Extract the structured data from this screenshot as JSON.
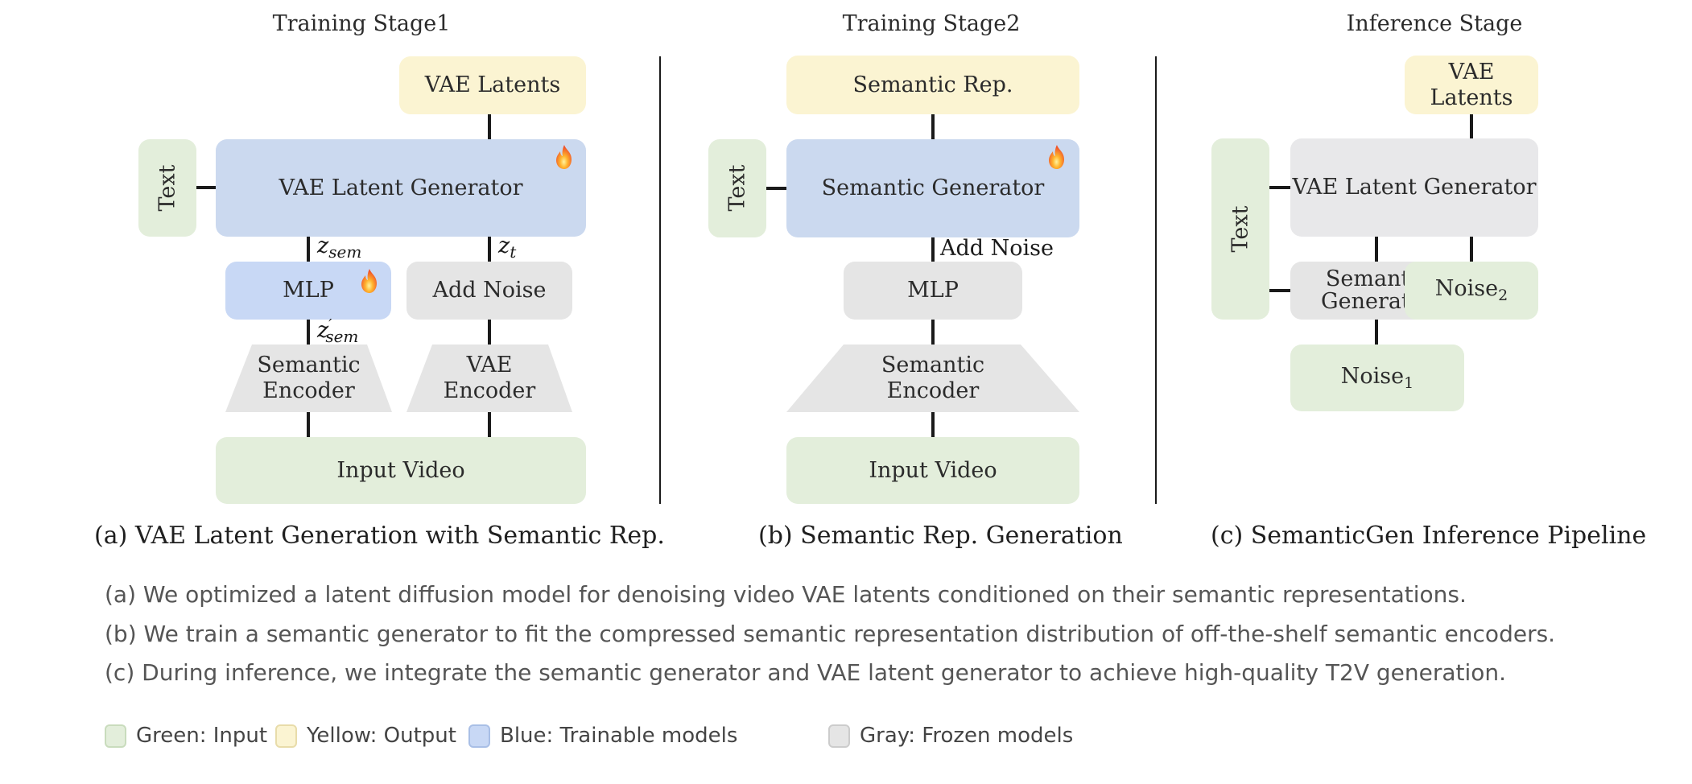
{
  "panels": [
    {
      "title": "Training Stage1",
      "caption": "(a) VAE Latent Generation with Semantic Rep.",
      "nodes": {
        "output": "VAE Latents",
        "text": "Text",
        "generator": "VAE Latent Generator",
        "mlp": "MLP",
        "add_noise": "Add Noise",
        "semantic_encoder": [
          "Semantic",
          "Encoder"
        ],
        "vae_encoder": [
          "VAE",
          "Encoder"
        ],
        "input": "Input Video"
      },
      "edge_labels": {
        "z_sem": {
          "base": "z",
          "sub": "sem"
        },
        "z_sem_prime": {
          "base": "z",
          "prime": "′",
          "sub": "sem"
        },
        "z_t": {
          "base": "z",
          "sub": "t"
        }
      },
      "trainable": [
        "generator",
        "mlp"
      ]
    },
    {
      "title": "Training Stage2",
      "caption": "(b) Semantic Rep. Generation",
      "nodes": {
        "output": "Semantic Rep.",
        "text": "Text",
        "generator": "Semantic Generator",
        "mlp": "MLP",
        "semantic_encoder": [
          "Semantic",
          "Encoder"
        ],
        "input": "Input Video"
      },
      "edge_labels": {
        "add_noise": "Add Noise"
      },
      "trainable": [
        "generator"
      ]
    },
    {
      "title": "Inference Stage",
      "caption": "(c) SemanticGen Inference Pipeline",
      "nodes": {
        "output": "VAE Latents",
        "text": "Text",
        "generator": "VAE Latent Generator",
        "semantic_generator": [
          "Semantic",
          "Generator"
        ],
        "noise2": {
          "base": "Noise",
          "sub": "2"
        },
        "noise1": {
          "base": "Noise",
          "sub": "1"
        }
      }
    }
  ],
  "descriptions": [
    "(a) We optimized a latent diffusion model for denoising video VAE latents conditioned on their semantic representations.",
    "(b) We train a semantic generator to fit the compressed semantic representation distribution of off-the-shelf semantic encoders.",
    "(c) During inference, we integrate the semantic generator and VAE latent generator to achieve high-quality T2V generation."
  ],
  "legend": [
    {
      "label": "Green: Input",
      "color": "#e3eedb",
      "border": "#c9dcbd"
    },
    {
      "label": "Yellow: Output",
      "color": "#fbf4d2",
      "border": "#e8dcaa"
    },
    {
      "label": "Blue: Trainable models",
      "color": "#c8d8f5",
      "border": "#a9bfe6"
    },
    {
      "label": "Gray: Frozen models",
      "color": "#e5e5e5",
      "border": "#cccccc"
    }
  ],
  "icons": {
    "trainable_marker": "fire-icon"
  },
  "colors": {
    "input": "#e3eedb",
    "output": "#fbf4d2",
    "trainable": "#cbd9ef",
    "frozen": "#e5e5e5",
    "connector": "#1a1a1a"
  }
}
